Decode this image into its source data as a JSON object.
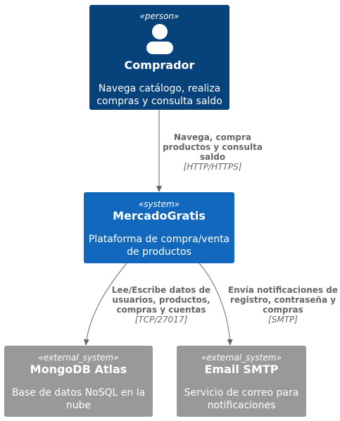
{
  "nodes": {
    "person": {
      "stereotype": "«person»",
      "title": "Comprador",
      "description": "Navega catálogo, realiza compras y consulta saldo"
    },
    "system": {
      "stereotype": "«system»",
      "title": "MercadoGratis",
      "description": "Plataforma de compra/venta de productos"
    },
    "mongo": {
      "stereotype": "«external_system»",
      "title": "MongoDB Atlas",
      "description": "Base de datos NoSQL en la nube"
    },
    "smtp": {
      "stereotype": "«external_system»",
      "title": "Email SMTP",
      "description": "Servicio de correo para notificaciones"
    }
  },
  "edges": {
    "person_system": {
      "label": "Navega, compra productos y consulta saldo",
      "protocol": "[HTTP/HTTPS]"
    },
    "system_mongo": {
      "label": "Lee/Escribe datos de usuarios, productos, compras y cuentas",
      "protocol": "[TCP/27017]"
    },
    "system_smtp": {
      "label": "Envía notificaciones de registro, contraseña y compras",
      "protocol": "[SMTP]"
    }
  },
  "colors": {
    "person": "#08427b",
    "system": "#1168bd",
    "external": "#999999",
    "edge": "#666666"
  }
}
